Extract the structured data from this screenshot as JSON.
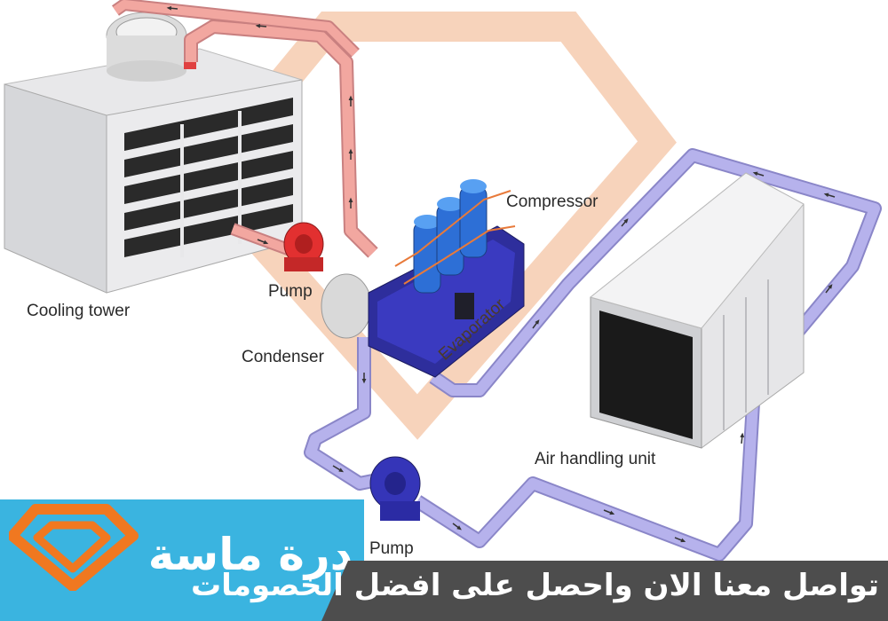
{
  "diagram": {
    "labels": {
      "cooling_tower": "Cooling tower",
      "pump_top": "Pump",
      "condenser": "Condenser",
      "compressor": "Compressor",
      "evaporator": "Evaporator",
      "air_handling_unit": "Air handling unit",
      "pump_bottom": "Pump"
    },
    "colors": {
      "condenser_water_pipe": "#f2a7a0",
      "chilled_water_pipe": "#a7a3e6",
      "watermark": "#f0a070"
    },
    "arrow_icon": "arrow-icon"
  },
  "banner": {
    "brand_name": "درة ماسة",
    "tagline": "تواصل معنا الان واحصل على افضل الخصومات",
    "colors": {
      "brand_bg": "#3ab4e0",
      "tagline_bg": "#4d4d4d",
      "logo": "#f07820"
    }
  }
}
